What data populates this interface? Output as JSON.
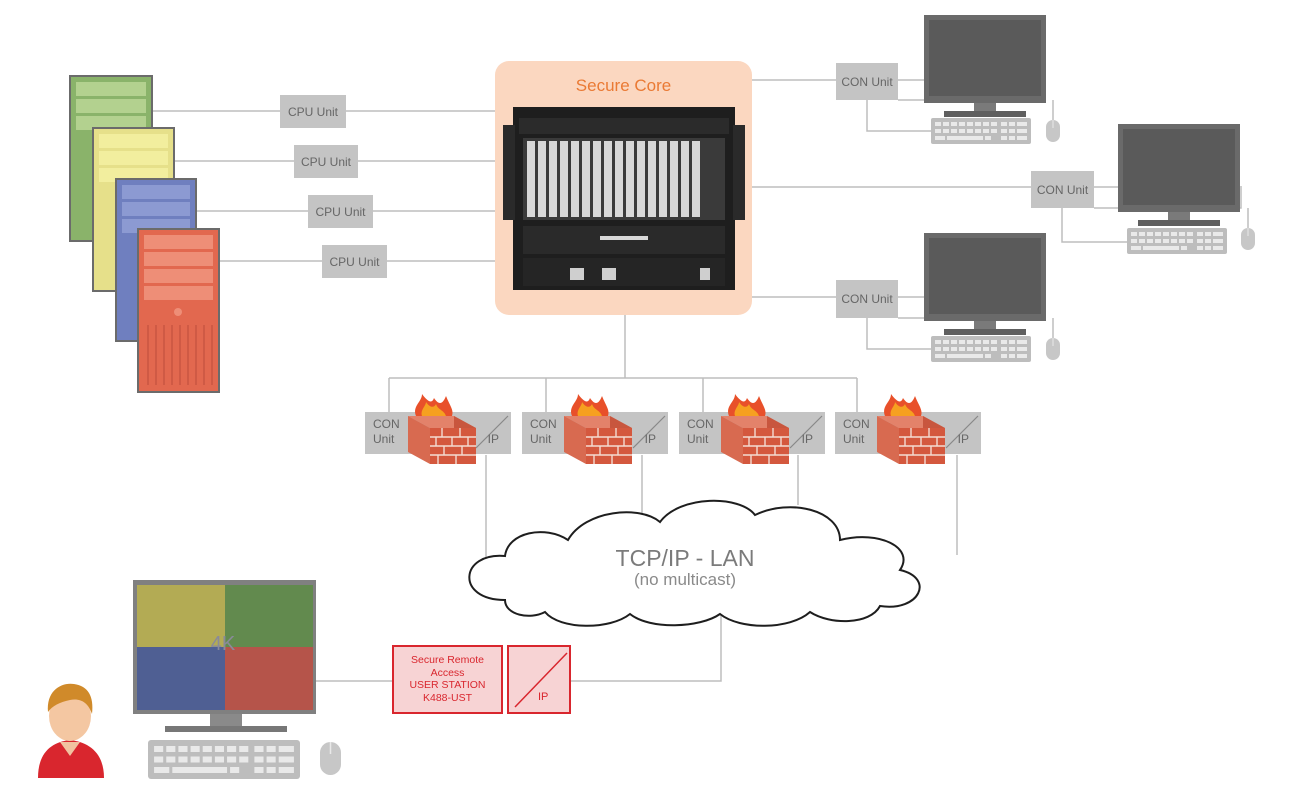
{
  "core": {
    "title": "Secure Core"
  },
  "cpu_units": [
    "CPU Unit",
    "CPU Unit",
    "CPU Unit",
    "CPU Unit"
  ],
  "con_units_right": [
    "CON Unit",
    "CON Unit",
    "CON Unit"
  ],
  "lan_units": [
    {
      "con_line1": "CON",
      "con_line2": "Unit",
      "ip": "IP"
    },
    {
      "con_line1": "CON",
      "con_line2": "Unit",
      "ip": "IP"
    },
    {
      "con_line1": "CON",
      "con_line2": "Unit",
      "ip": "IP"
    },
    {
      "con_line1": "CON",
      "con_line2": "Unit",
      "ip": "IP"
    }
  ],
  "cloud": {
    "line1": "TCP/IP - LAN",
    "line2": "(no multicast)"
  },
  "remote_station": {
    "line1": "Secure Remote",
    "line2": "Access",
    "line3": "USER STATION",
    "line4": "K488-UST",
    "ip": "IP"
  },
  "monitor_4k": {
    "label": "4K"
  },
  "colors": {
    "line": "#bdbdbd",
    "unit_box": "#c4c4c4",
    "core_bg": "#fbd7c0",
    "core_title": "#ea7a34",
    "red_accent": "#d9262e",
    "pc_green": "#8ab36a",
    "pc_yellow": "#e6e08a",
    "pc_blue": "#6f7fbf",
    "pc_red": "#e2684f"
  },
  "icons": [
    "server-chassis-icon",
    "firewall-icon",
    "monitor-icon",
    "keyboard-icon",
    "mouse-icon",
    "user-icon",
    "tower-pc-icon",
    "cloud-icon"
  ]
}
